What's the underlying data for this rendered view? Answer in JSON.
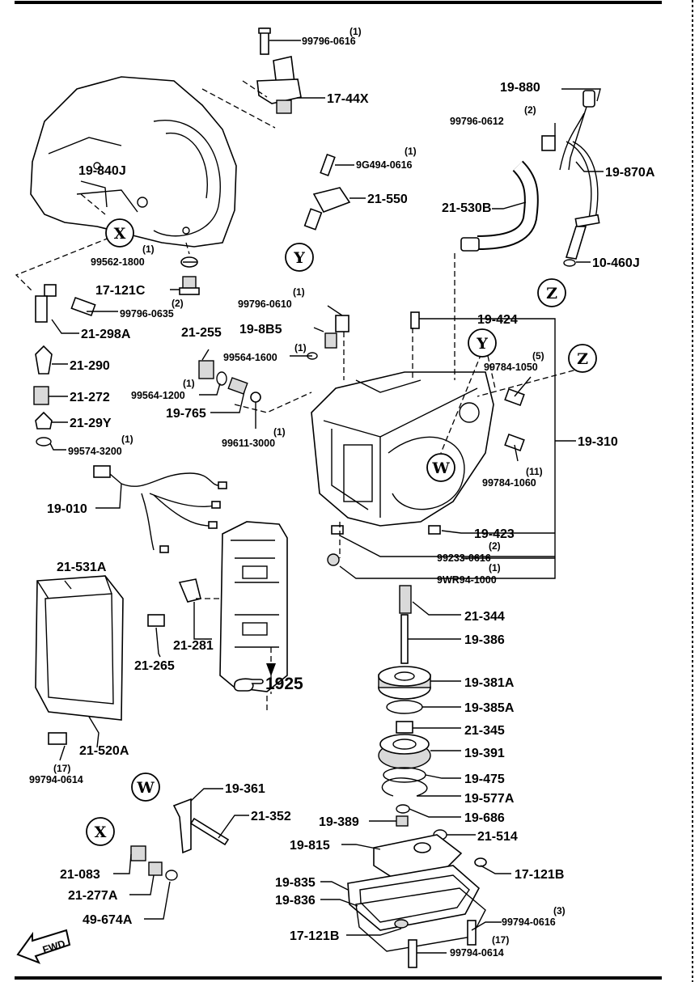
{
  "labels": {
    "p_99796_0616": "99796-0616",
    "q_99796_0616": "(1)",
    "p_17_44X": "17-44X",
    "p_19_880": "19-880",
    "p_99796_0612": "99796-0612",
    "q_99796_0612": "(2)",
    "p_19_870A": "19-870A",
    "p_19_840J": "19-840J",
    "p_9G494_0616": "9G494-0616",
    "q_9G494_0616": "(1)",
    "p_21_550": "21-550",
    "p_21_530B": "21-530B",
    "p_10_460J": "10-460J",
    "p_99562_1800": "99562-1800",
    "q_99562_1800": "(1)",
    "p_17_121C": "17-121C",
    "p_99796_0635": "99796-0635",
    "q_99796_0635": "(2)",
    "p_21_298A": "21-298A",
    "p_99796_0610": "99796-0610",
    "q_99796_0610": "(1)",
    "p_19_424": "19-424",
    "p_19_8B5": "19-8B5",
    "p_21_255": "21-255",
    "p_99564_1600": "99564-1600",
    "q_99564_1600": "(1)",
    "p_21_290": "21-290",
    "p_99784_1050": "99784-1050",
    "q_99784_1050": "(5)",
    "p_99564_1200": "99564-1200",
    "q_99564_1200": "(1)",
    "p_21_272": "21-272",
    "p_19_765": "19-765",
    "p_21_29Y": "21-29Y",
    "p_99611_3000": "99611-3000",
    "q_99611_3000": "(1)",
    "p_19_310": "19-310",
    "p_99574_3200": "99574-3200",
    "q_99574_3200": "(1)",
    "p_99784_1060": "99784-1060",
    "q_99784_1060": "(11)",
    "p_19_010": "19-010",
    "p_19_423": "19-423",
    "p_99233_0616": "99233-0616",
    "q_99233_0616": "(2)",
    "p_9WR94_1000": "9WR94-1000",
    "q_9WR94_1000": "(1)",
    "p_21_531A": "21-531A",
    "p_21_344": "21-344",
    "p_19_386": "19-386",
    "p_21_281": "21-281",
    "p_21_265": "21-265",
    "p_19_381A": "19-381A",
    "p_1925": "1925",
    "p_19_385A": "19-385A",
    "p_21_345": "21-345",
    "p_21_520A": "21-520A",
    "p_19_391": "19-391",
    "p_99794_0614_l": "99794-0614",
    "q_99794_0614_l": "(17)",
    "p_19_475": "19-475",
    "p_19_361": "19-361",
    "p_19_577A": "19-577A",
    "p_21_352": "21-352",
    "p_19_389": "19-389",
    "p_19_686": "19-686",
    "p_21_514": "21-514",
    "p_19_815": "19-815",
    "p_21_083": "21-083",
    "p_19_835": "19-835",
    "p_17_121B_r": "17-121B",
    "p_21_277A": "21-277A",
    "p_19_836": "19-836",
    "p_99794_0616": "99794-0616",
    "q_99794_0616": "(3)",
    "p_49_674A": "49-674A",
    "p_17_121B_l": "17-121B",
    "p_99794_0614_r": "99794-0614",
    "q_99794_0614_r": "(17)"
  },
  "callouts": {
    "x": "X",
    "y": "Y",
    "z": "Z",
    "w": "W"
  },
  "fwd": "FWD"
}
